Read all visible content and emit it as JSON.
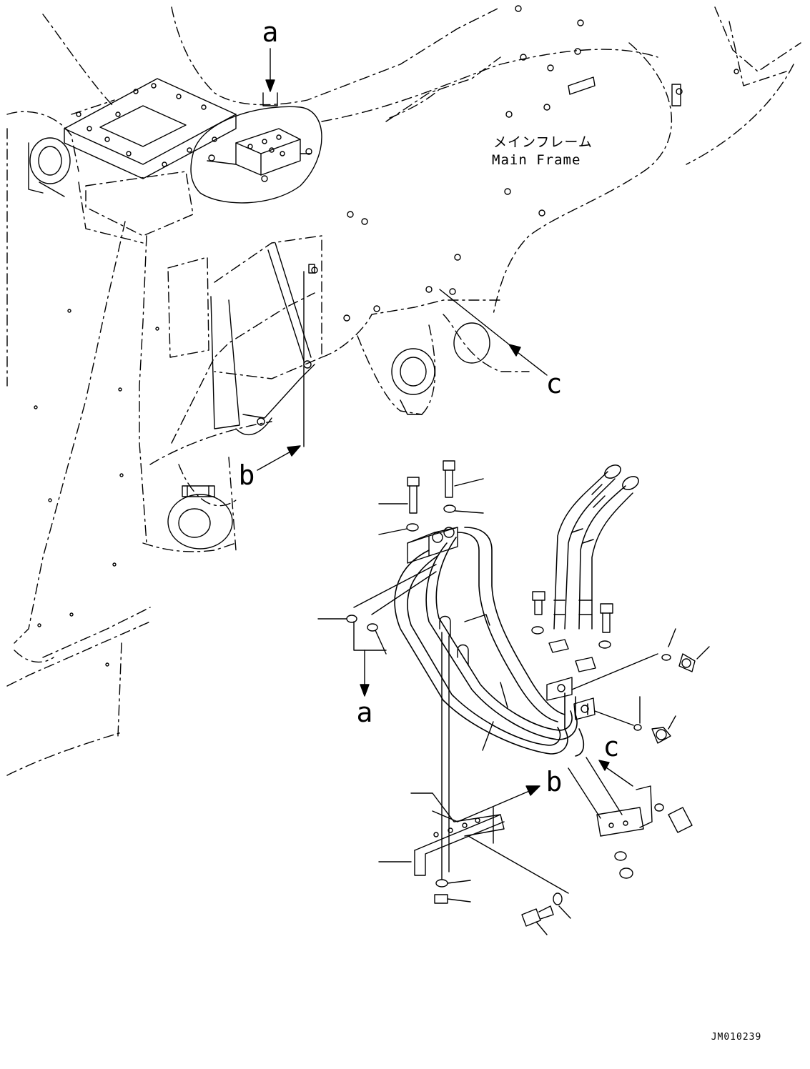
{
  "labels": {
    "a_top": "a",
    "a_bottom": "a",
    "b_left": "b",
    "b_right": "b",
    "c_right": "c",
    "c_lower": "c"
  },
  "frame": {
    "label_jp": "メインフレーム",
    "label_en": "Main Frame"
  },
  "drawing_code": "JM010239"
}
